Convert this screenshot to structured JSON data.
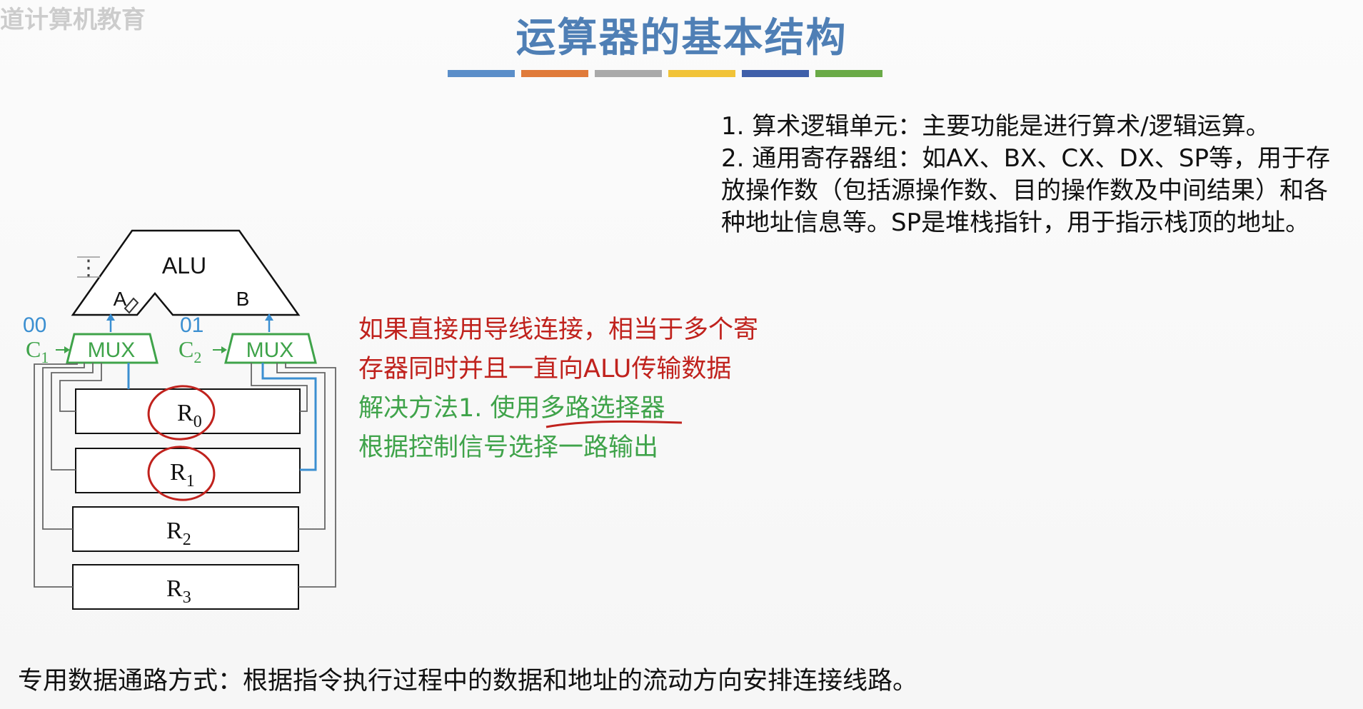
{
  "watermark": "道计算机教育",
  "title": "运算器的基本结构",
  "color_bars": [
    "#5b8ec9",
    "#e07b3a",
    "#a9a9a9",
    "#f1c338",
    "#3f5fa9",
    "#6aaa47"
  ],
  "notes": {
    "item1": "1. 算术逻辑单元：主要功能是进行算术/逻辑运算。",
    "item2": "2. 通用寄存器组：如AX、BX、CX、DX、SP等，用于存放操作数（包括源操作数、目的操作数及中间结果）和各种地址信息等。SP是堆栈指针，用于指示栈顶的地址。"
  },
  "diagram": {
    "alu_label": "ALU",
    "input_a": "A",
    "input_b": "B",
    "ellipsis": "⋮",
    "mux_left": {
      "code": "00",
      "ctrl": "C",
      "ctrl_sub": "1",
      "label": "MUX"
    },
    "mux_right": {
      "code": "01",
      "ctrl": "C",
      "ctrl_sub": "2",
      "label": "MUX"
    },
    "registers": [
      {
        "name": "R",
        "sub": "0"
      },
      {
        "name": "R",
        "sub": "1"
      },
      {
        "name": "R",
        "sub": "2"
      },
      {
        "name": "R",
        "sub": "3"
      }
    ],
    "colors": {
      "mux": "#3fa34a",
      "signal": "#3b8fd1",
      "annotation": "#c0221d"
    }
  },
  "callouts": {
    "red_line1": "如果直接用导线连接，相当于多个寄",
    "red_line2": "存器同时并且一直向ALU传输数据",
    "green_line1": "解决方法1. 使用多路选择器",
    "green_line2": "根据控制信号选择一路输出"
  },
  "footer": "专用数据通路方式：根据指令执行过程中的数据和地址的流动方向安排连接线路。"
}
